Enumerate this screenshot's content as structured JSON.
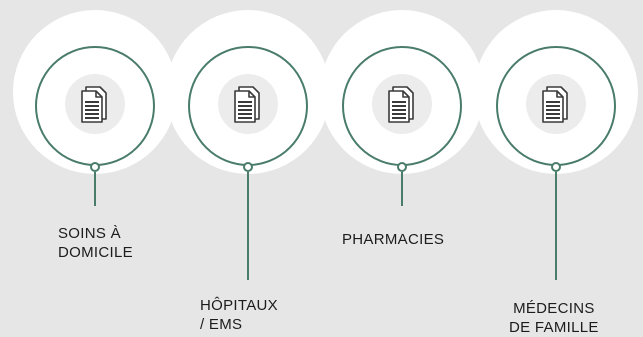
{
  "colors": {
    "background": "#e6e6e6",
    "halo": "#ffffff",
    "ring": "#4a7c6a",
    "icon_background": "#ececec",
    "icon_stroke": "#3a3a3a"
  },
  "nodes": [
    {
      "icon": "document-stack-icon",
      "label": "SOINS À\nDOMICILE"
    },
    {
      "icon": "document-stack-icon",
      "label": "HÔPITAUX\n/ EMS"
    },
    {
      "icon": "document-stack-icon",
      "label": "PHARMACIES"
    },
    {
      "icon": "document-stack-icon",
      "label": "MÉDECINS\nDE FAMILLE"
    }
  ]
}
